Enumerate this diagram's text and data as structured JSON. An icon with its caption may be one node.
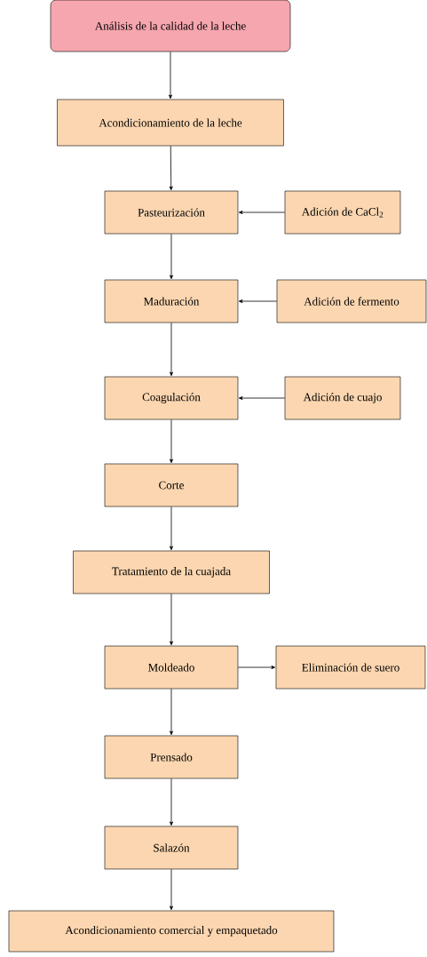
{
  "diagram": {
    "nodes": [
      {
        "text": [
          "Análisis de la calidad de la leche"
        ]
      },
      {
        "text": [
          "Acondicionamiento de la leche"
        ]
      },
      {
        "text": [
          "Pasteurización"
        ]
      },
      {
        "text": [
          "Adición de CaCl$_{2}$"
        ]
      },
      {
        "text": [
          "Maduración"
        ]
      },
      {
        "text": [
          "Adición de fermento"
        ]
      },
      {
        "text": [
          "Coagulación"
        ]
      },
      {
        "text": [
          "Adición de cuajo"
        ]
      },
      {
        "text": [
          "Corte"
        ]
      },
      {
        "text": [
          "Tratamiento de la cuajada"
        ]
      },
      {
        "text": [
          "Moldeado"
        ]
      },
      {
        "text": [
          "Eliminación de suero"
        ]
      },
      {
        "text": [
          "Prensado"
        ]
      },
      {
        "text": [
          "Salazón"
        ]
      },
      {
        "text": [
          "Acondicionamiento comercial y empaquetado"
        ]
      }
    ],
    "edges": [
      {
        "from": 0,
        "to": 1,
        "arrow": "to"
      },
      {
        "from": 1,
        "to": 2,
        "arrow": "to"
      },
      {
        "from": 3,
        "to": 2,
        "arrow": "to"
      },
      {
        "from": 2,
        "to": 4,
        "arrow": "to"
      },
      {
        "from": 5,
        "to": 4,
        "arrow": "to"
      },
      {
        "from": 4,
        "to": 6,
        "arrow": "to"
      },
      {
        "from": 7,
        "to": 6,
        "arrow": "to"
      },
      {
        "from": 6,
        "to": 8,
        "arrow": "to"
      },
      {
        "from": 8,
        "to": 9,
        "arrow": "to"
      },
      {
        "from": 9,
        "to": 10,
        "arrow": "to"
      },
      {
        "from": 10,
        "to": 11,
        "arrow": "to"
      },
      {
        "from": 10,
        "to": 12,
        "arrow": "to"
      },
      {
        "from": 12,
        "to": 13,
        "arrow": "to"
      },
      {
        "from": 13,
        "to": 14,
        "arrow": "to"
      }
    ]
  }
}
